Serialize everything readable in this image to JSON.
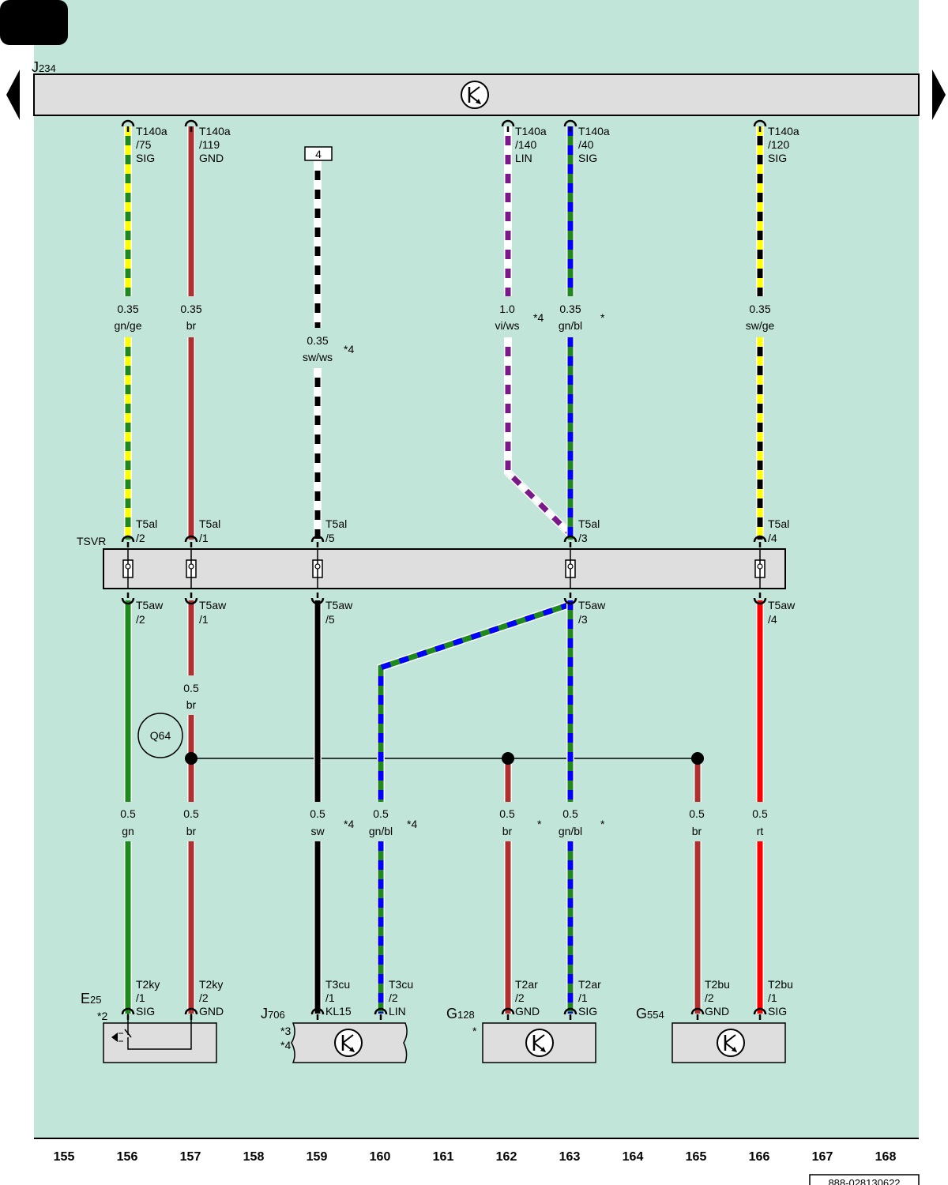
{
  "header": {
    "page_badge": ""
  },
  "controller": {
    "name": "J",
    "sub": "234"
  },
  "tsvr": {
    "name": "TSVR"
  },
  "splice": {
    "name": "Q64"
  },
  "connector_top": {
    "top_pin_box": "4",
    "note_4": "*4"
  },
  "wires_top": [
    {
      "conn": "T140a",
      "pin": "/75",
      "sig": "SIG",
      "gauge": "0.35",
      "color": "gn/ge",
      "note": ""
    },
    {
      "conn": "T140a",
      "pin": "/119",
      "sig": "GND",
      "gauge": "0.35",
      "color": "br",
      "note": ""
    },
    {
      "conn": "",
      "pin": "",
      "sig": "",
      "gauge": "0.35",
      "color": "sw/ws",
      "note": "*4"
    },
    {
      "conn": "T140a",
      "pin": "/140",
      "sig": "LIN",
      "gauge": "1.0",
      "color": "vi/ws",
      "note": "*4"
    },
    {
      "conn": "T140a",
      "pin": "/40",
      "sig": "SIG",
      "gauge": "0.35",
      "color": "gn/bl",
      "note": "*"
    },
    {
      "conn": "T140a",
      "pin": "/120",
      "sig": "SIG",
      "gauge": "0.35",
      "color": "sw/ge",
      "note": ""
    }
  ],
  "t5al": [
    {
      "conn": "T5al",
      "pin": "/2"
    },
    {
      "conn": "T5al",
      "pin": "/1"
    },
    {
      "conn": "T5al",
      "pin": "/5"
    },
    {
      "conn": "T5al",
      "pin": "/3"
    },
    {
      "conn": "T5al",
      "pin": "/4"
    }
  ],
  "t5aw": [
    {
      "conn": "T5aw",
      "pin": "/2"
    },
    {
      "conn": "T5aw",
      "pin": "/1"
    },
    {
      "conn": "T5aw",
      "pin": "/5"
    },
    {
      "conn": "T5aw",
      "pin": "/3"
    },
    {
      "conn": "T5aw",
      "pin": "/4"
    }
  ],
  "q64_wire": {
    "gauge": "0.5",
    "color": "br"
  },
  "wires_bottom": [
    {
      "gauge": "0.5",
      "color": "gn",
      "note": ""
    },
    {
      "gauge": "0.5",
      "color": "br",
      "note": ""
    },
    {
      "gauge": "0.5",
      "color": "sw",
      "note": "*4"
    },
    {
      "gauge": "0.5",
      "color": "gn/bl",
      "note": "*4"
    },
    {
      "gauge": "0.5",
      "color": "br",
      "note": "*"
    },
    {
      "gauge": "0.5",
      "color": "gn/bl",
      "note": "*"
    },
    {
      "gauge": "0.5",
      "color": "br",
      "note": ""
    },
    {
      "gauge": "0.5",
      "color": "rt",
      "note": ""
    }
  ],
  "pins_bottom": [
    {
      "conn": "T2ky",
      "pin": "/1",
      "sig": "SIG"
    },
    {
      "conn": "T2ky",
      "pin": "/2",
      "sig": "GND"
    },
    {
      "conn": "T3cu",
      "pin": "/1",
      "sig": "KL15"
    },
    {
      "conn": "T3cu",
      "pin": "/2",
      "sig": "LIN"
    },
    {
      "conn": "T2ar",
      "pin": "/2",
      "sig": "GND"
    },
    {
      "conn": "T2ar",
      "pin": "/1",
      "sig": "SIG"
    },
    {
      "conn": "T2bu",
      "pin": "/2",
      "sig": "GND"
    },
    {
      "conn": "T2bu",
      "pin": "/1",
      "sig": "SIG"
    }
  ],
  "components": [
    {
      "name": "E",
      "sub": "25",
      "notes": [
        "*2"
      ]
    },
    {
      "name": "J",
      "sub": "706",
      "notes": [
        "*3",
        "*4"
      ]
    },
    {
      "name": "G",
      "sub": "128",
      "notes": [
        "*"
      ]
    },
    {
      "name": "G",
      "sub": "554",
      "notes": []
    }
  ],
  "columns": [
    "155",
    "156",
    "157",
    "158",
    "159",
    "160",
    "161",
    "162",
    "163",
    "164",
    "165",
    "166",
    "167",
    "168"
  ],
  "doc_id": "888-028130622",
  "colors": {
    "background": "#c1e6d9",
    "box": "#dedede",
    "gn": "#1e8a1e",
    "ge": "#ffff00",
    "br": "#b03030",
    "sw": "#000000",
    "ws": "#ffffff",
    "vi": "#7a1a8a",
    "bl": "#0000ff",
    "rt": "#ff0000"
  }
}
